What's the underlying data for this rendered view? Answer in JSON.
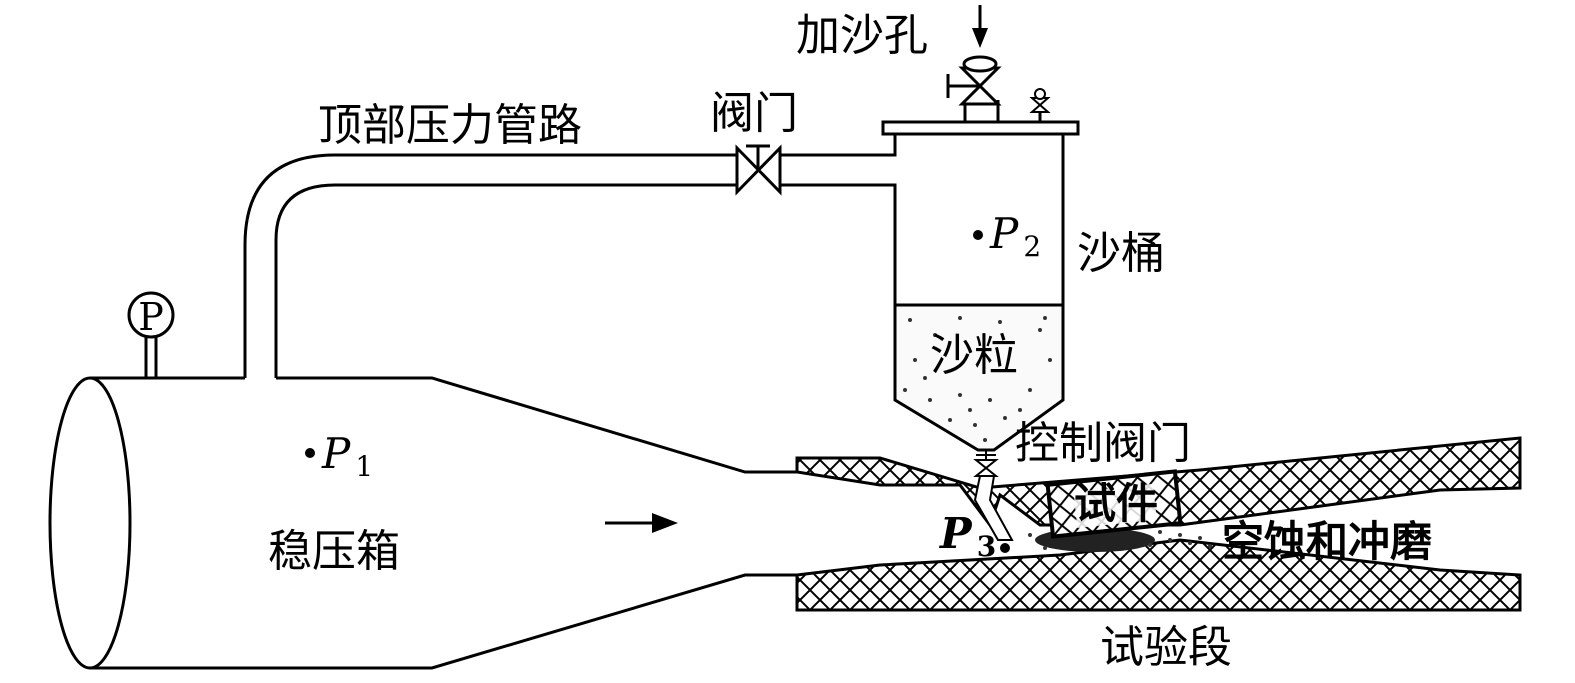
{
  "labels": {
    "sand_inlet": "加沙孔",
    "top_pipe": "顶部压力管路",
    "valve": "阀门",
    "sand_bucket": "沙桶",
    "sand": "沙粒",
    "control_valve": "控制阀门",
    "stabilizer": "稳压箱",
    "specimen": "试件",
    "cavitation": "空蚀和冲磨",
    "test_section": "试验段",
    "gauge": "P"
  },
  "points": {
    "p1": {
      "symbol": "P",
      "sub": "1"
    },
    "p2": {
      "symbol": "P",
      "sub": "2"
    },
    "p3": {
      "symbol": "P",
      "sub": "3"
    }
  },
  "colors": {
    "line": "#000000",
    "background": "#ffffff",
    "sand": "#333333"
  }
}
